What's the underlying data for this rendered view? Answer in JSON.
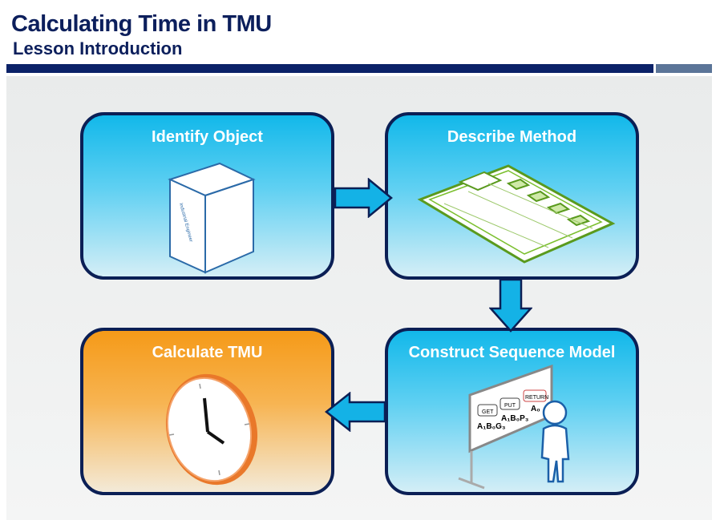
{
  "header": {
    "title": "Calculating Time in TMU",
    "subtitle": "Lesson Introduction"
  },
  "steps": [
    {
      "label": "Identify Object",
      "icon": "book-icon",
      "book_spine": "Industrial Engineer"
    },
    {
      "label": "Describe Method",
      "icon": "clipboard-checklist-icon"
    },
    {
      "label": "Construct Sequence Model",
      "icon": "whiteboard-person-icon",
      "board": {
        "get": "GET",
        "put": "PUT",
        "return": "RETURN",
        "get_seq": "A₁B₀G₃",
        "put_seq": "A₁B₀P₃",
        "return_seq": "A₀"
      }
    },
    {
      "label": "Calculate TMU",
      "icon": "clock-icon"
    }
  ],
  "colors": {
    "navy": "#0b1f55",
    "blue": "#12b8ea",
    "orange": "#f59a18",
    "arrow": "#14b2e6"
  }
}
